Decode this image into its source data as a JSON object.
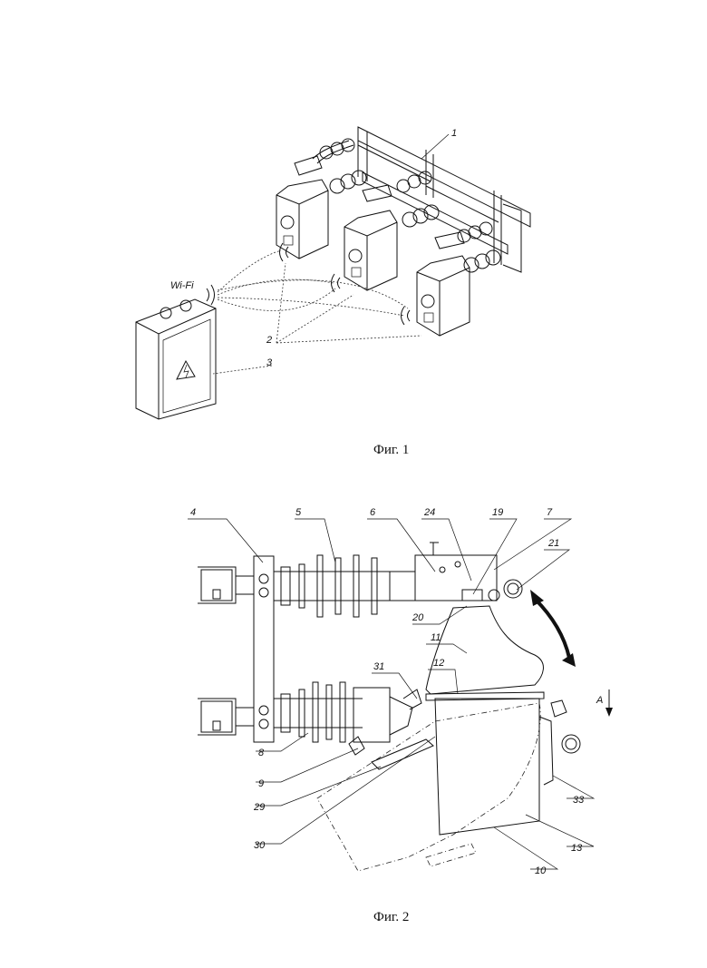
{
  "figure1": {
    "caption": "Фиг. 1",
    "wifi_label": "Wi-Fi",
    "callouts": [
      "1",
      "2",
      "3"
    ]
  },
  "figure2": {
    "caption": "Фиг. 2",
    "view_label": "A",
    "callouts": [
      "4",
      "5",
      "6",
      "24",
      "19",
      "7",
      "21",
      "20",
      "11",
      "12",
      "31",
      "8",
      "9",
      "29",
      "30",
      "10",
      "13",
      "33"
    ]
  }
}
